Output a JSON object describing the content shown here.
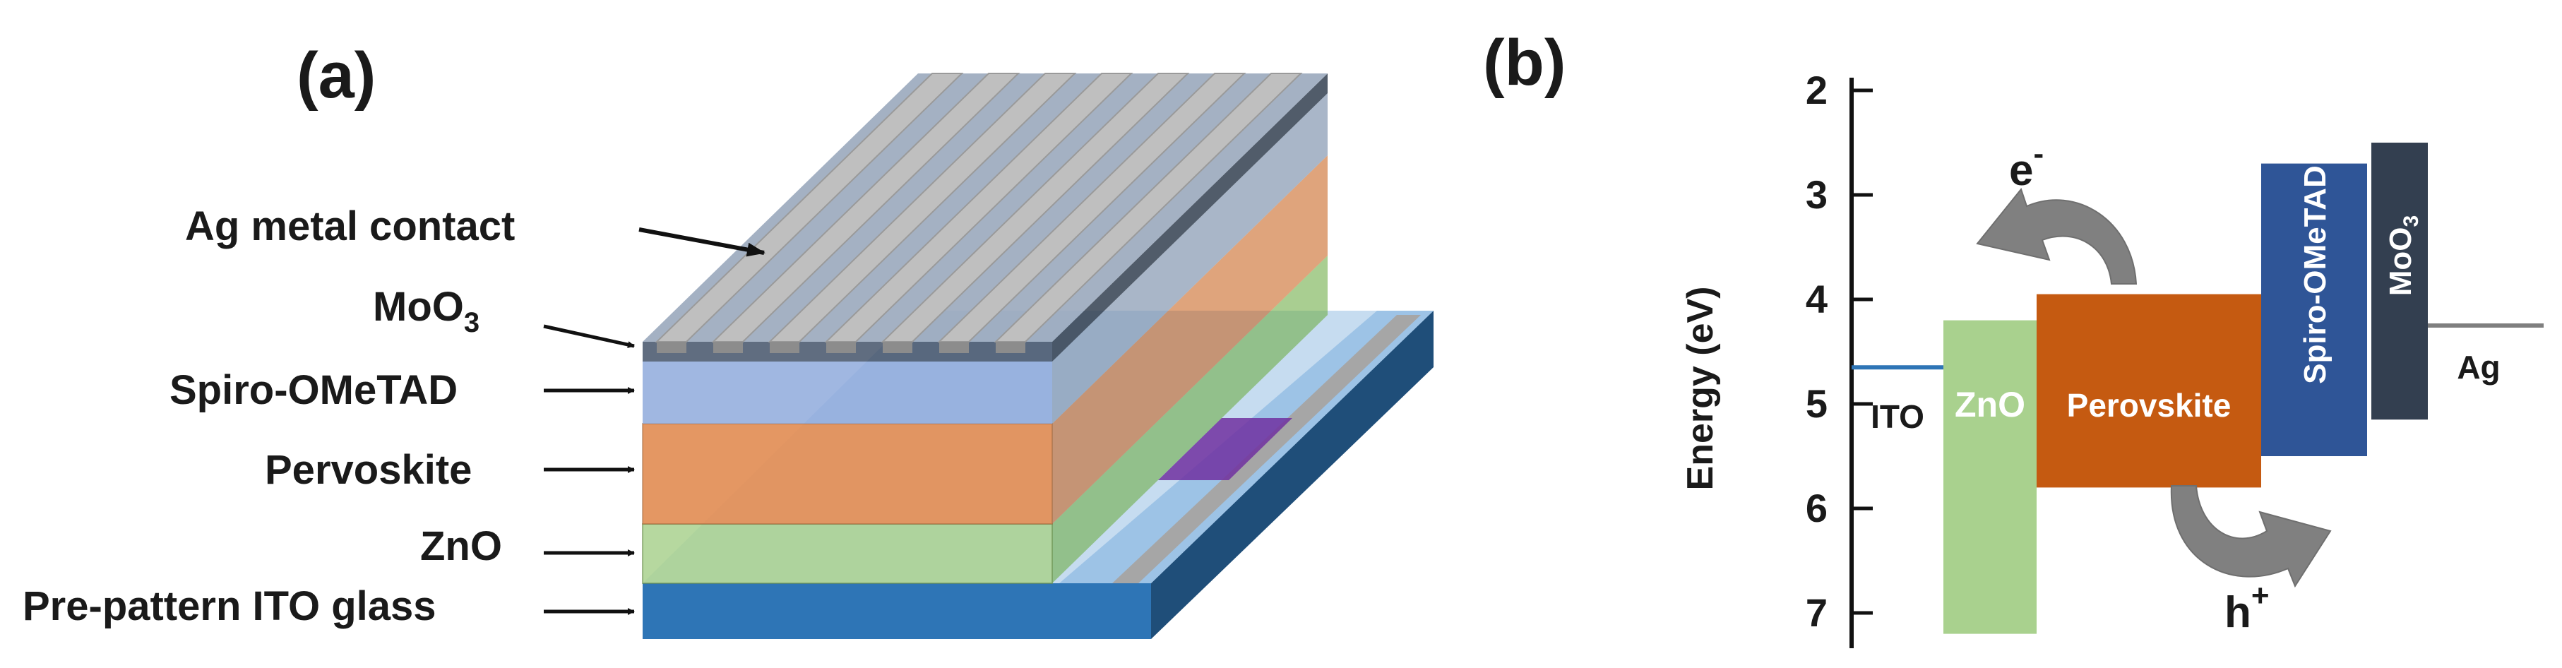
{
  "panel_a": {
    "label": "(a)",
    "callouts": {
      "ag": "Ag metal contact",
      "moo3_base": "MoO",
      "moo3_sub": "3",
      "spiro": "Spiro-OMeTAD",
      "perov": "Pervoskite",
      "zno": "ZnO",
      "ito": "Pre-pattern ITO glass"
    }
  },
  "panel_b": {
    "label": "(b)",
    "ylabel": "Energy (eV)",
    "y_axis": {
      "min": 2,
      "max": 7,
      "inverted": true,
      "ticks": [
        "2",
        "3",
        "4",
        "5",
        "6",
        "7"
      ]
    },
    "bands": [
      {
        "id": "zno",
        "label": "ZnO",
        "top": 4.2,
        "bottom": 7.2,
        "color": "#a9d18e",
        "text_color": "#ffffff"
      },
      {
        "id": "perov",
        "label": "Perovskite",
        "top": 3.95,
        "bottom": 5.8,
        "color": "#c55a11",
        "text_color": "#ffffff"
      },
      {
        "id": "spiro",
        "label": "Spiro-OMeTAD",
        "top": 2.7,
        "bottom": 5.5,
        "color": "#2f5597",
        "text_color": "#ffffff"
      },
      {
        "id": "moo3",
        "label": "MoO",
        "label_sub": "3",
        "top": 2.5,
        "bottom": 5.15,
        "color": "#333f50",
        "text_color": "#ffffff"
      }
    ],
    "levels": [
      {
        "id": "ito",
        "label": "ITO",
        "value": 4.65,
        "color": "#2e75b6"
      },
      {
        "id": "ag",
        "label": "Ag",
        "value": 4.25,
        "color": "#7f7f7f"
      }
    ],
    "carriers": {
      "electron": "e",
      "electron_sup": "-",
      "hole": "h",
      "hole_sup": "+"
    }
  },
  "colors": {
    "glass": "#2e75b6",
    "zno": "#a9d18e",
    "perovskite": "#f4b183",
    "spiro": "#8faadc",
    "moo3": "#44546a",
    "ag": "#bfbfbf",
    "ito_strip": "#9dc3e6",
    "pixel": "#7030a0",
    "arrow": "#808080"
  }
}
